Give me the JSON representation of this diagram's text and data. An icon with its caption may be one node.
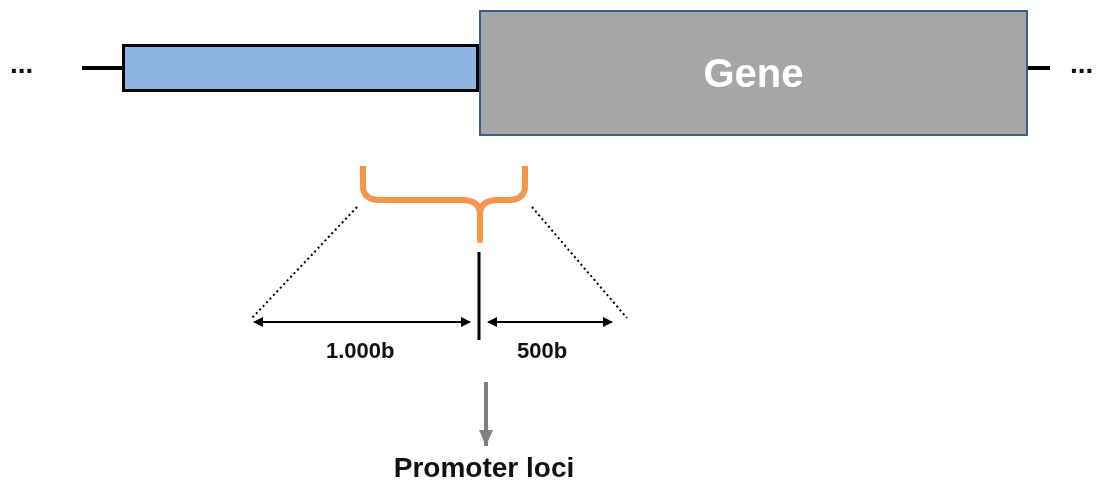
{
  "diagram": {
    "nodes": [
      {
        "text": [],
        "shape": "bar"
      },
      {
        "text": [
          "Gene"
        ]
      },
      {
        "text": [
          "Promoter loci"
        ]
      }
    ],
    "edges": [
      {
        "from": null,
        "to": 2,
        "arrow": "to"
      }
    ],
    "labels": [
      "...",
      "...",
      "1.000b",
      "500b"
    ]
  }
}
